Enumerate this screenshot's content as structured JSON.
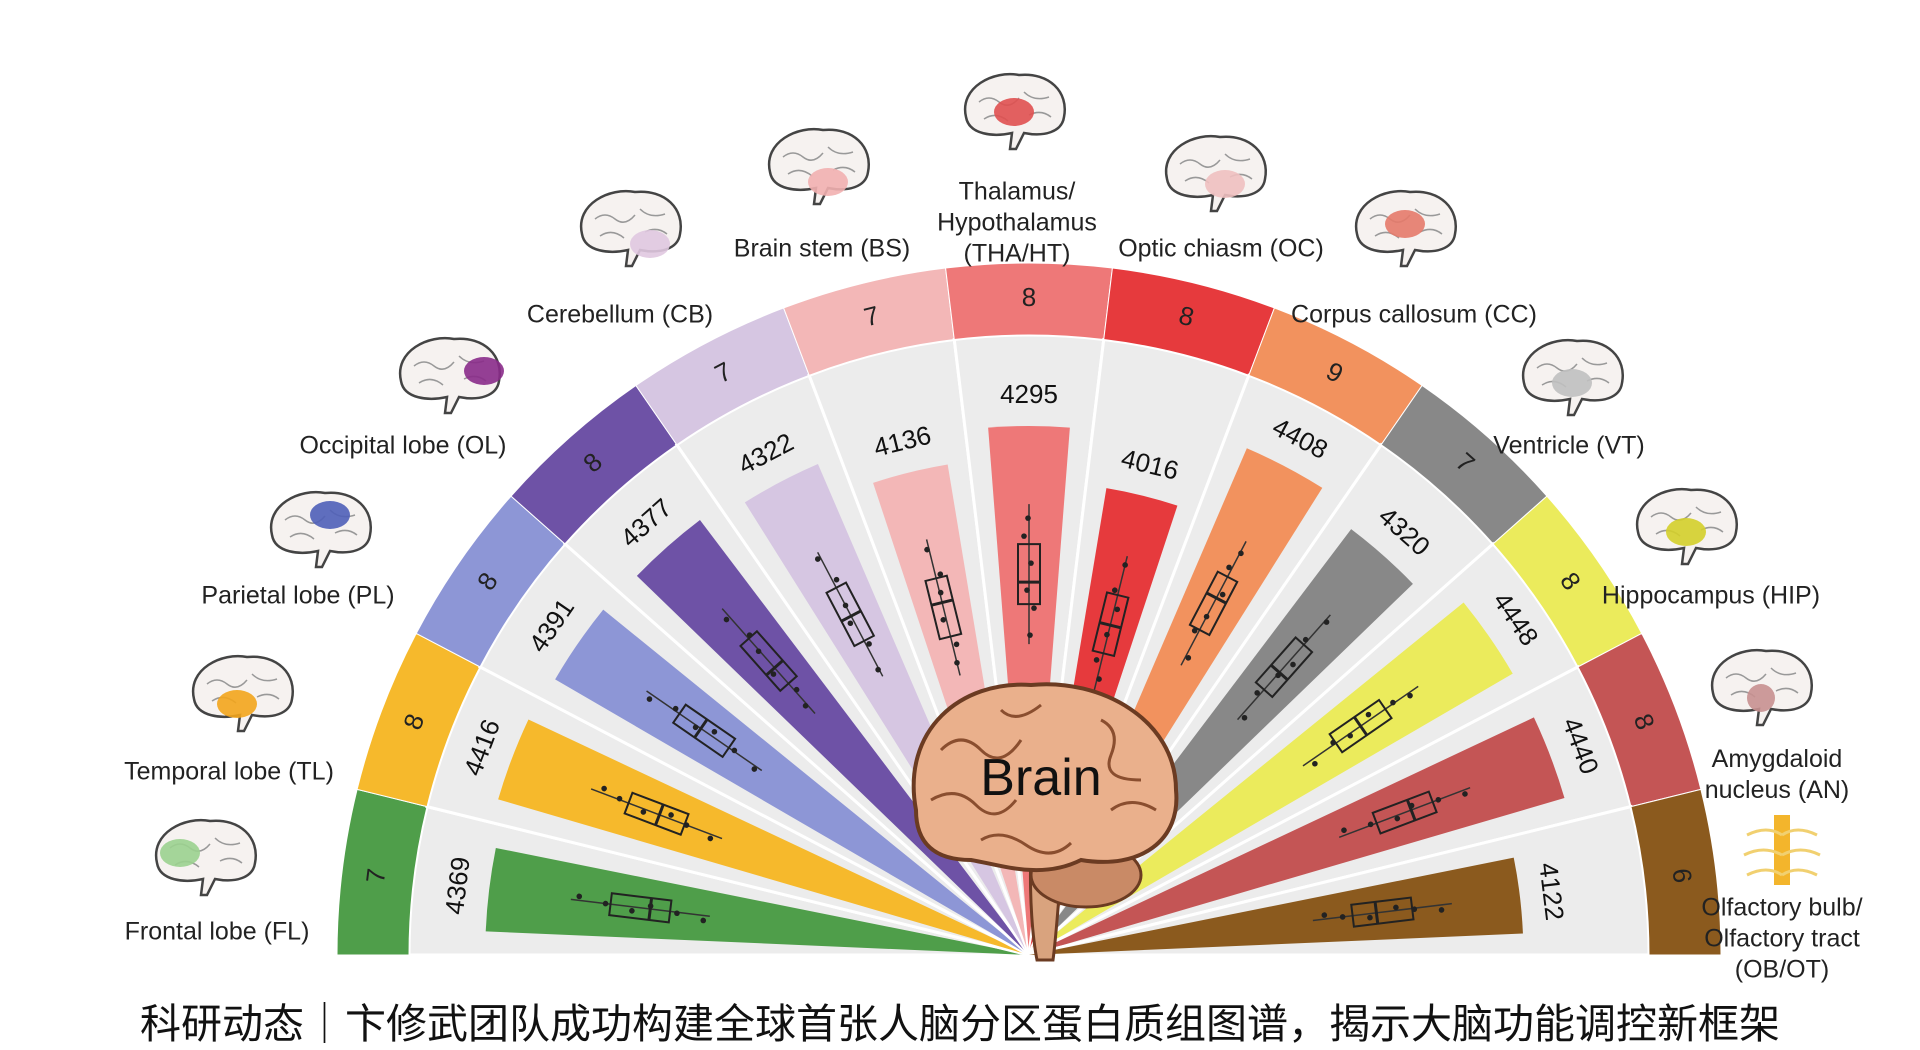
{
  "center_label": "Brain",
  "caption": "科研动态｜卞修武团队成功构建全球首张人脑分区蛋白质组图谱，揭示大脑功能调控新框架",
  "chart_data": {
    "type": "radial-bar-boxplot",
    "regions": [
      {
        "name": "Frontal lobe (FL)",
        "samples": "7",
        "proteins": "4369",
        "color": "#4f9e4a"
      },
      {
        "name": "Temporal lobe (TL)",
        "samples": "8",
        "proteins": "4416",
        "color": "#f6b92c"
      },
      {
        "name": "Parietal lobe (PL)",
        "samples": "8",
        "proteins": "4391",
        "color": "#8d96d6"
      },
      {
        "name": "Occipital lobe (OL)",
        "samples": "8",
        "proteins": "4377",
        "color": "#6e52a6"
      },
      {
        "name": "Cerebellum (CB)",
        "samples": "7",
        "proteins": "4322",
        "color": "#d6c6e2"
      },
      {
        "name": "Brain stem (BS)",
        "samples": "7",
        "proteins": "4136",
        "color": "#f3b7b7"
      },
      {
        "name": "Thalamus/ Hypothalamus (THA/HT)",
        "samples": "8",
        "proteins": "4295",
        "color": "#ee7878"
      },
      {
        "name": "Optic chiasm (OC)",
        "samples": "8",
        "proteins": "4016",
        "color": "#e63a3d"
      },
      {
        "name": "Corpus callosum (CC)",
        "samples": "9",
        "proteins": "4408",
        "color": "#f2925e"
      },
      {
        "name": "Ventricle (VT)",
        "samples": "7",
        "proteins": "4320",
        "color": "#888888"
      },
      {
        "name": "Hippocampus (HIP)",
        "samples": "8",
        "proteins": "4448",
        "color": "#ebeb5c"
      },
      {
        "name": "Amygdaloid nucleus (AN)",
        "samples": "8",
        "proteins": "4440",
        "color": "#c45555"
      },
      {
        "name": "Olfactory bulb/ Olfactory tract (OB/OT)",
        "samples": "6",
        "proteins": "4122",
        "color": "#8b5a1e"
      }
    ]
  }
}
